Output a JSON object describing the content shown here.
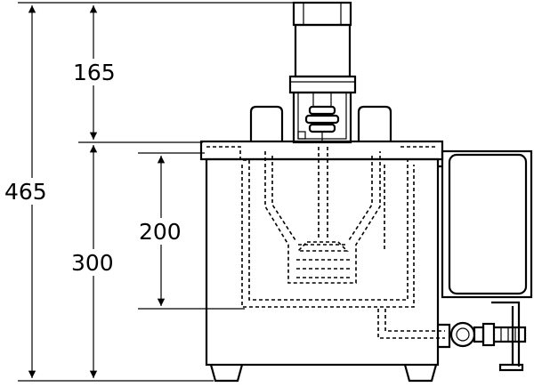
{
  "dimensions": {
    "total_height": "465",
    "motor_height": "165",
    "tank_height": "300",
    "immersion_depth": "200"
  }
}
